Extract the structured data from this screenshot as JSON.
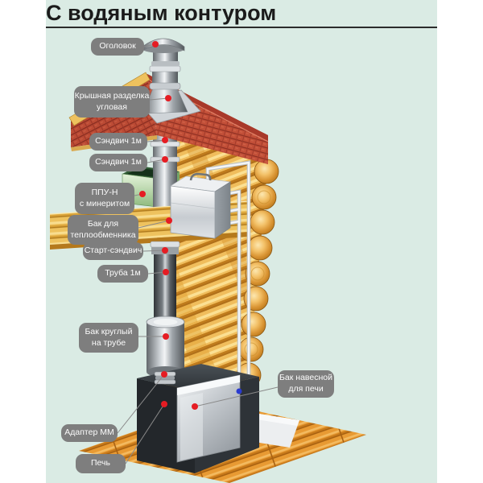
{
  "title": "С водяным контуром",
  "panel": {
    "background": "#daebe4",
    "page_background": "#ffffff",
    "title_color": "#1b1b1b",
    "rule_color": "#2b2b2b"
  },
  "callouts": {
    "style": {
      "label_bg": "#7e7e7e",
      "label_text_color": "#fbfbfb",
      "leader_line_color": "#8a8a8a",
      "marker_dot_color": "#e51c23",
      "valve_dot_color": "#2a3bd0"
    },
    "items": [
      {
        "name": "cap",
        "text": "Оголовок"
      },
      {
        "name": "roof-flashing",
        "text": "Крышная разделка\nугловая"
      },
      {
        "name": "sandwich-1m-upper",
        "text": "Сэндвич 1м"
      },
      {
        "name": "sandwich-1m-lower",
        "text": "Сэндвич 1м"
      },
      {
        "name": "ceiling-pass-unit",
        "text": "ППУ-Н\nс минеритом"
      },
      {
        "name": "heat-exchanger-tank",
        "text": "Бак для\nтеплообменника"
      },
      {
        "name": "start-sandwich",
        "text": "Старт-сэндвич"
      },
      {
        "name": "pipe-1m",
        "text": "Труба 1м"
      },
      {
        "name": "round-tank-on-pipe",
        "text": "Бак круглый\nна трубе"
      },
      {
        "name": "hanging-tank",
        "text": "Бак навесной\nдля печи"
      },
      {
        "name": "adapter-mm",
        "text": "Адаптер ММ"
      },
      {
        "name": "stove",
        "text": "Печь"
      }
    ]
  },
  "illustration": {
    "parts": [
      "chimney-cap",
      "sandwich-chimney",
      "roof-corner-flashing",
      "tiled-roof",
      "log-wall",
      "attic-floor",
      "ceiling-pass-unit",
      "heat-exchanger-tank",
      "water-circuit-pipes",
      "start-sandwich",
      "single-wall-pipe",
      "round-water-tank",
      "adapter",
      "sauna-stove",
      "hanging-stove-tank",
      "wooden-floor",
      "protective-floor-sheet"
    ],
    "colors": {
      "roof_tile": "#c24f38",
      "roof_fascia": "#eec25e",
      "log_wood": "#f0bd5c",
      "floor_wood": "#e89a33",
      "metal_light": "#eef1f3",
      "metal_dark": "#303437",
      "stove_body": "#23272b",
      "pass_unit_green": "#8cb97c",
      "water_pipe_white": "#f4f6f7"
    }
  }
}
